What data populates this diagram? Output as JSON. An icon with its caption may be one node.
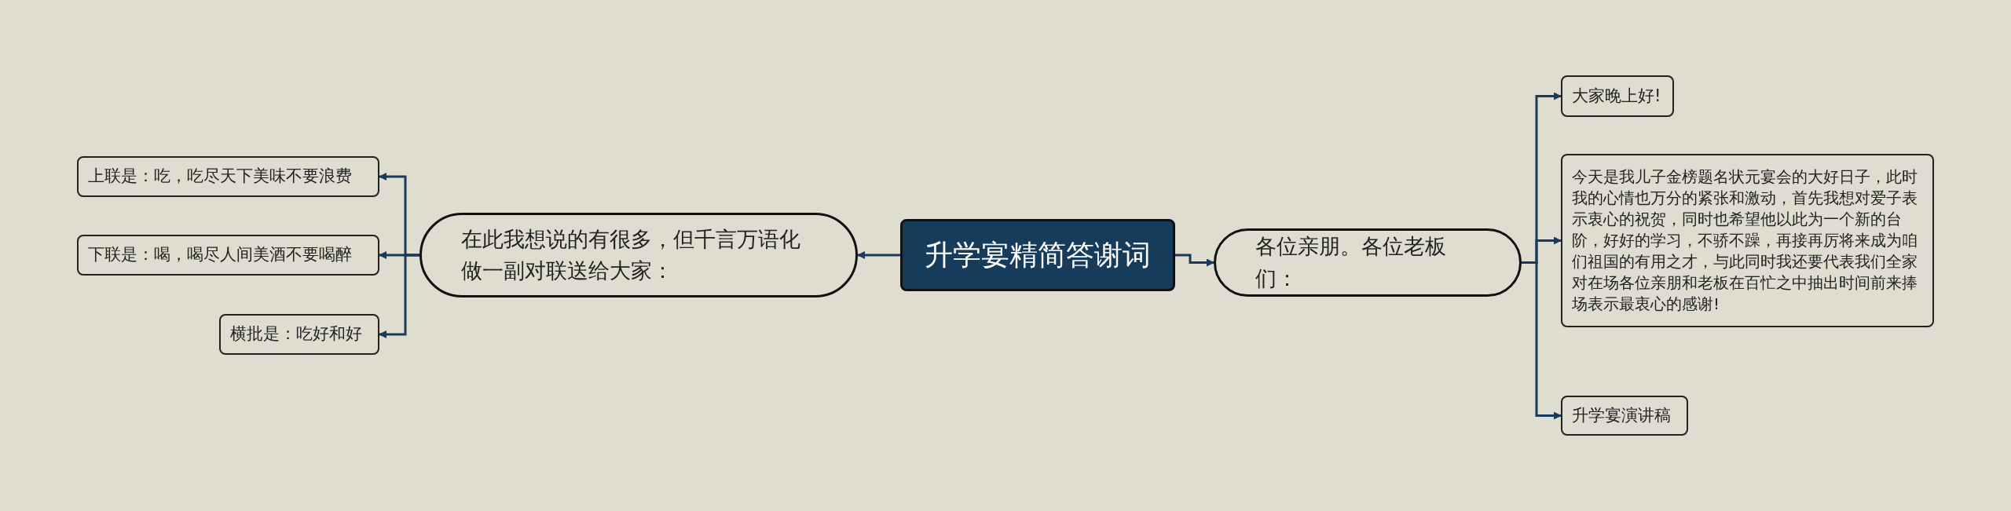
{
  "diagram": {
    "nodes": [
      {
        "text": [
          "升学宴精简答谢词"
        ]
      },
      {
        "text": [
          "在此我想说的有很多，但千言万语化做一副对联送给大家："
        ]
      },
      {
        "text": [
          "上联是：吃，吃尽天下美味不要浪费"
        ]
      },
      {
        "text": [
          "下联是：喝，喝尽人间美酒不要喝醉"
        ]
      },
      {
        "text": [
          "横批是：吃好和好"
        ]
      },
      {
        "text": [
          "各位亲朋。各位老板们："
        ]
      },
      {
        "text": [
          "大家晚上好!"
        ]
      },
      {
        "text": [
          "今天是我儿子金榜题名状元宴会的大好日子，此时我的心情也万分的紧张和激动，首先我想对爱子表示衷心的祝贺，同时也希望他以此为一个新的台阶，好好的学习，不骄不躁，再接再厉将来成为咱们祖国的有用之才，与此同时我还要代表我们全家对在场各位亲朋和老板在百忙之中抽出时间前来捧场表示最衷心的感谢!"
        ]
      },
      {
        "text": [
          "升学宴演讲稿"
        ]
      }
    ],
    "edges": [
      {
        "from": 0,
        "to": 1,
        "arrow": "to"
      },
      {
        "from": 1,
        "to": 2,
        "arrow": "to"
      },
      {
        "from": 1,
        "to": 3,
        "arrow": "to"
      },
      {
        "from": 1,
        "to": 4,
        "arrow": "to"
      },
      {
        "from": 0,
        "to": 5,
        "arrow": "to"
      },
      {
        "from": 5,
        "to": 6,
        "arrow": "to"
      },
      {
        "from": 5,
        "to": 7,
        "arrow": "to"
      },
      {
        "from": 5,
        "to": 8,
        "arrow": "to"
      }
    ]
  }
}
